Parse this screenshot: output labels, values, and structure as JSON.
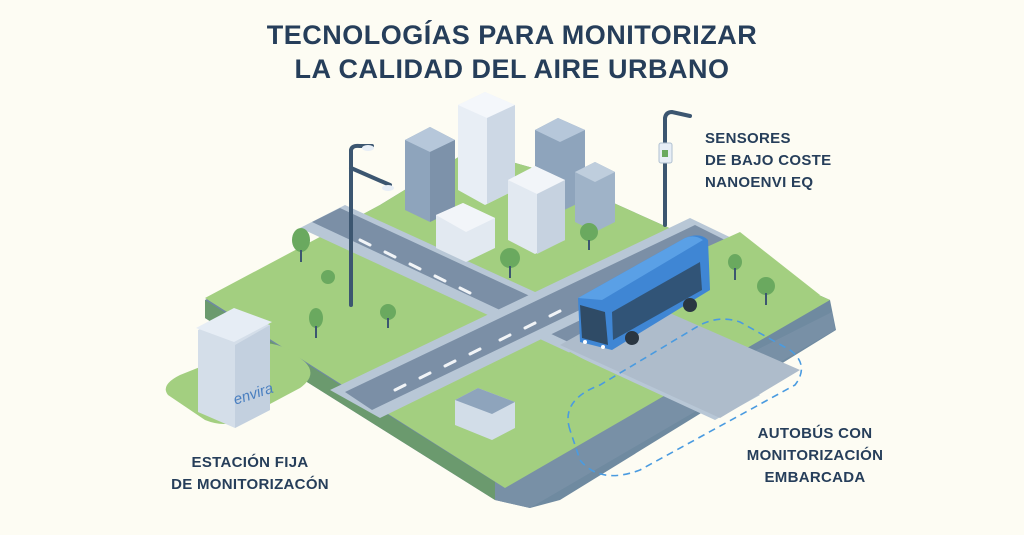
{
  "title": {
    "line1": "TECNOLOGÍAS PARA MONITORIZAR",
    "line2": "LA CALIDAD DEL AIRE URBANO"
  },
  "labels": {
    "sensors": {
      "line1": "SENSORES",
      "line2": "DE BAJO COSTE",
      "line3": "NANOENVI EQ"
    },
    "fixed_station": {
      "line1": "ESTACIÓN FIJA",
      "line2": "DE MONITORIZACÓN",
      "brand": "envira"
    },
    "bus": {
      "line1": "AUTOBÚS CON",
      "line2": "MONITORIZACIÓN",
      "line3": "EMBARCADA"
    }
  },
  "colors": {
    "background": "#fdfcf3",
    "title_text": "#263e5a",
    "grass": "#a3cf80",
    "road": "#7b8fa6",
    "sidewalk": "#b8c7d6",
    "bus_blue": "#3f86d4",
    "dashed_outline": "#4a9be0",
    "brand_text": "#4a7fc0"
  }
}
